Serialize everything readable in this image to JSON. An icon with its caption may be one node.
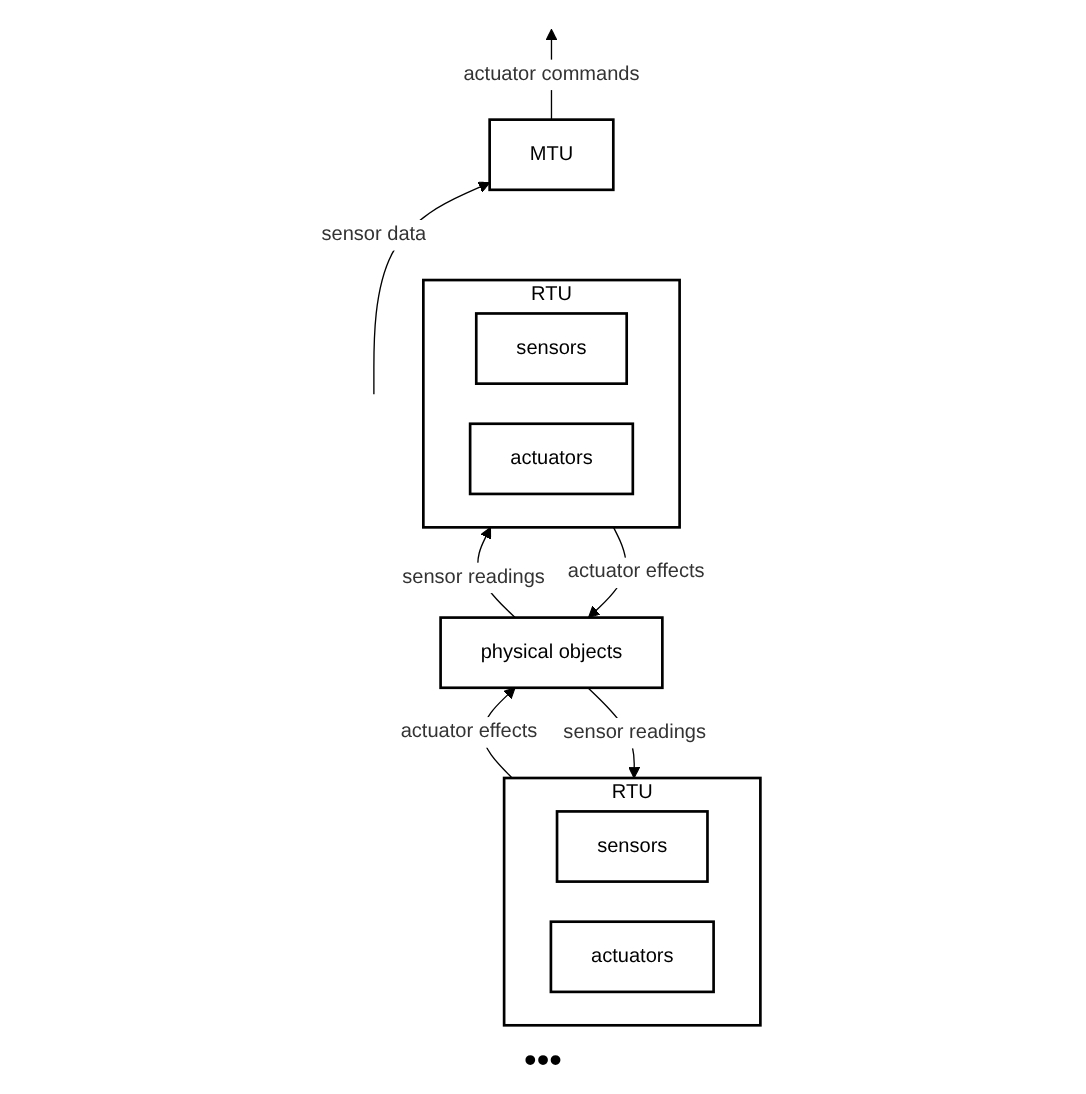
{
  "diagram": {
    "nodes": [
      {
        "text": [
          "MTU"
        ]
      },
      {
        "text": [
          "RTU"
        ]
      },
      {
        "text": [
          "sensors"
        ],
        "in": 1
      },
      {
        "text": [
          "actuators"
        ],
        "in": 1
      },
      {
        "text": [
          "RTU"
        ]
      },
      {
        "text": [
          "sensors"
        ],
        "in": 4
      },
      {
        "text": [
          "actuators"
        ],
        "in": 4
      },
      {
        "text": [
          "physical objects"
        ]
      }
    ],
    "edges": [
      {
        "from": null,
        "to": 0,
        "arrow": "to",
        "label": "sensor data"
      },
      {
        "from": 0,
        "to": null,
        "arrow": "to",
        "label": "actuator commands"
      },
      {
        "from": 7,
        "to": 1,
        "arrow": "to",
        "label": "sensor readings"
      },
      {
        "from": 1,
        "to": 7,
        "arrow": "to",
        "label": "actuator effects"
      },
      {
        "from": 7,
        "to": 4,
        "arrow": "to",
        "label": "sensor readings"
      },
      {
        "from": 4,
        "to": 7,
        "arrow": "to",
        "label": "actuator effects"
      }
    ],
    "labels": [
      "•••"
    ]
  }
}
